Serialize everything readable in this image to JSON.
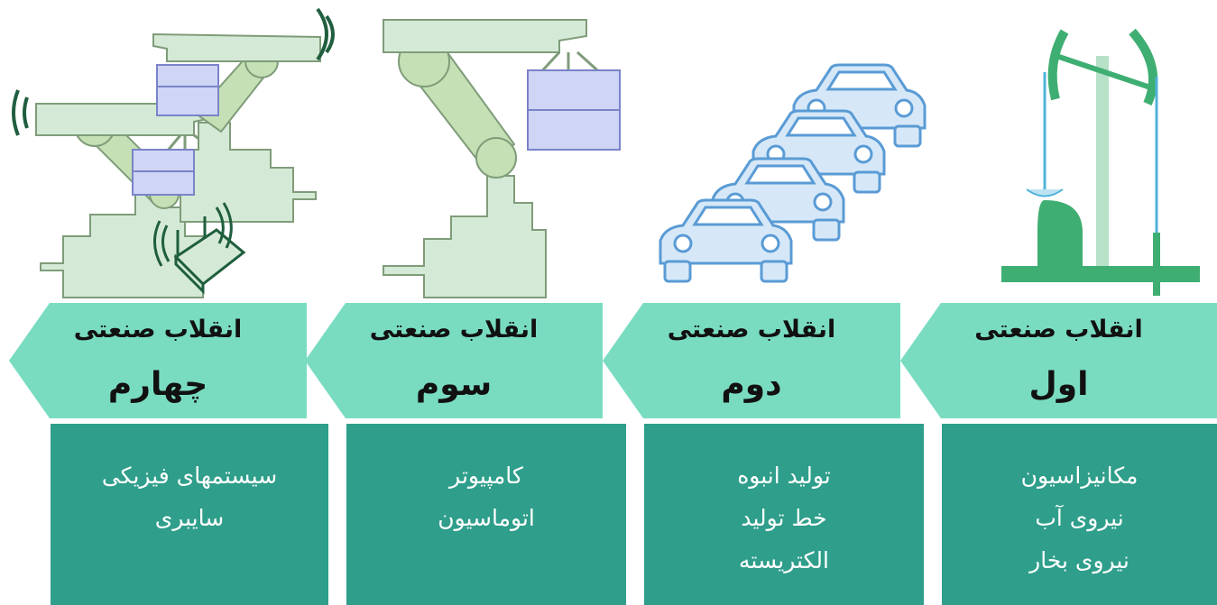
{
  "colors": {
    "banner": "#79dcc1",
    "box": "#2f9e8b",
    "robot_fill": "#d4ead6",
    "robot_stroke": "#7f9c7a",
    "crate_fill": "#cfd5f4",
    "car_fill": "#d6e8f8",
    "car_stroke": "#5a9bd5",
    "steam_green": "#3fae72"
  },
  "stages": [
    {
      "title": "انقلاب صنعتی",
      "ordinal": "اول",
      "items": [
        "مکانیزاسیون",
        "نیروی آب",
        "نیروی بخار"
      ],
      "icon": "steam-engine-icon"
    },
    {
      "title": "انقلاب صنعتی",
      "ordinal": "دوم",
      "items": [
        "تولید انبوه",
        "خط تولید",
        "الکتریسته"
      ],
      "icon": "cars-assembly-icon"
    },
    {
      "title": "انقلاب صنعتی",
      "ordinal": "سوم",
      "items": [
        "کامپیوتر",
        "اتوماسیون"
      ],
      "icon": "robot-arm-icon"
    },
    {
      "title": "انقلاب صنعتی",
      "ordinal": "چهارم",
      "items": [
        "سیستمهای فیزیکی",
        "سایبری"
      ],
      "icon": "connected-robots-icon"
    }
  ]
}
